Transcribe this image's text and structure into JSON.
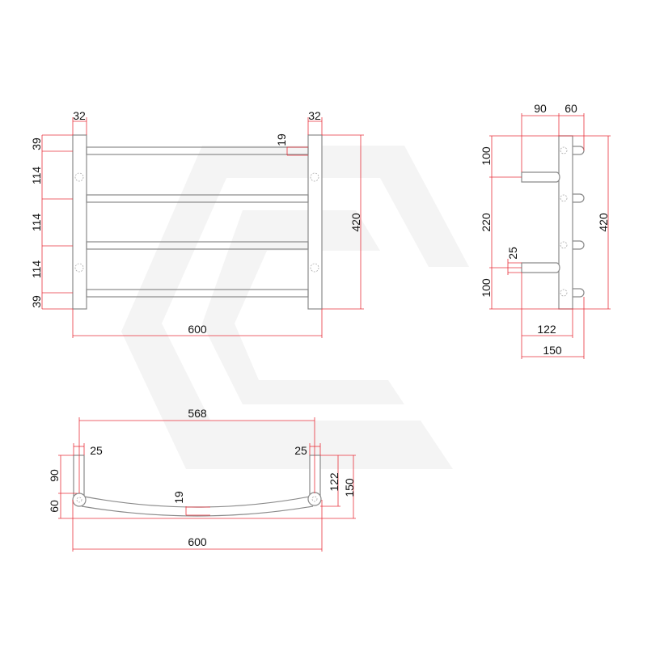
{
  "front_view": {
    "post_width_left": "32",
    "post_width_right": "32",
    "rail_diameter": "19",
    "spacing": [
      "39",
      "114",
      "114",
      "114",
      "39"
    ],
    "overall_height": "420",
    "overall_width": "600"
  },
  "side_view": {
    "arm_length": "90",
    "rail_projection": "60",
    "spacing": [
      "100",
      "220",
      "100"
    ],
    "arm_diameter": "25",
    "overall_height": "420",
    "depth_to_plate": "122",
    "overall_depth": "150"
  },
  "plan_view": {
    "centers_width": "568",
    "stub_left": "25",
    "stub_right": "25",
    "arm_length": "90",
    "rail_offset": "60",
    "rail_diameter": "19",
    "depth_to_plate": "122",
    "overall_depth": "150",
    "overall_width": "600"
  },
  "colors": {
    "dimension": "#e8323c",
    "outline": "#8a8a8a"
  }
}
